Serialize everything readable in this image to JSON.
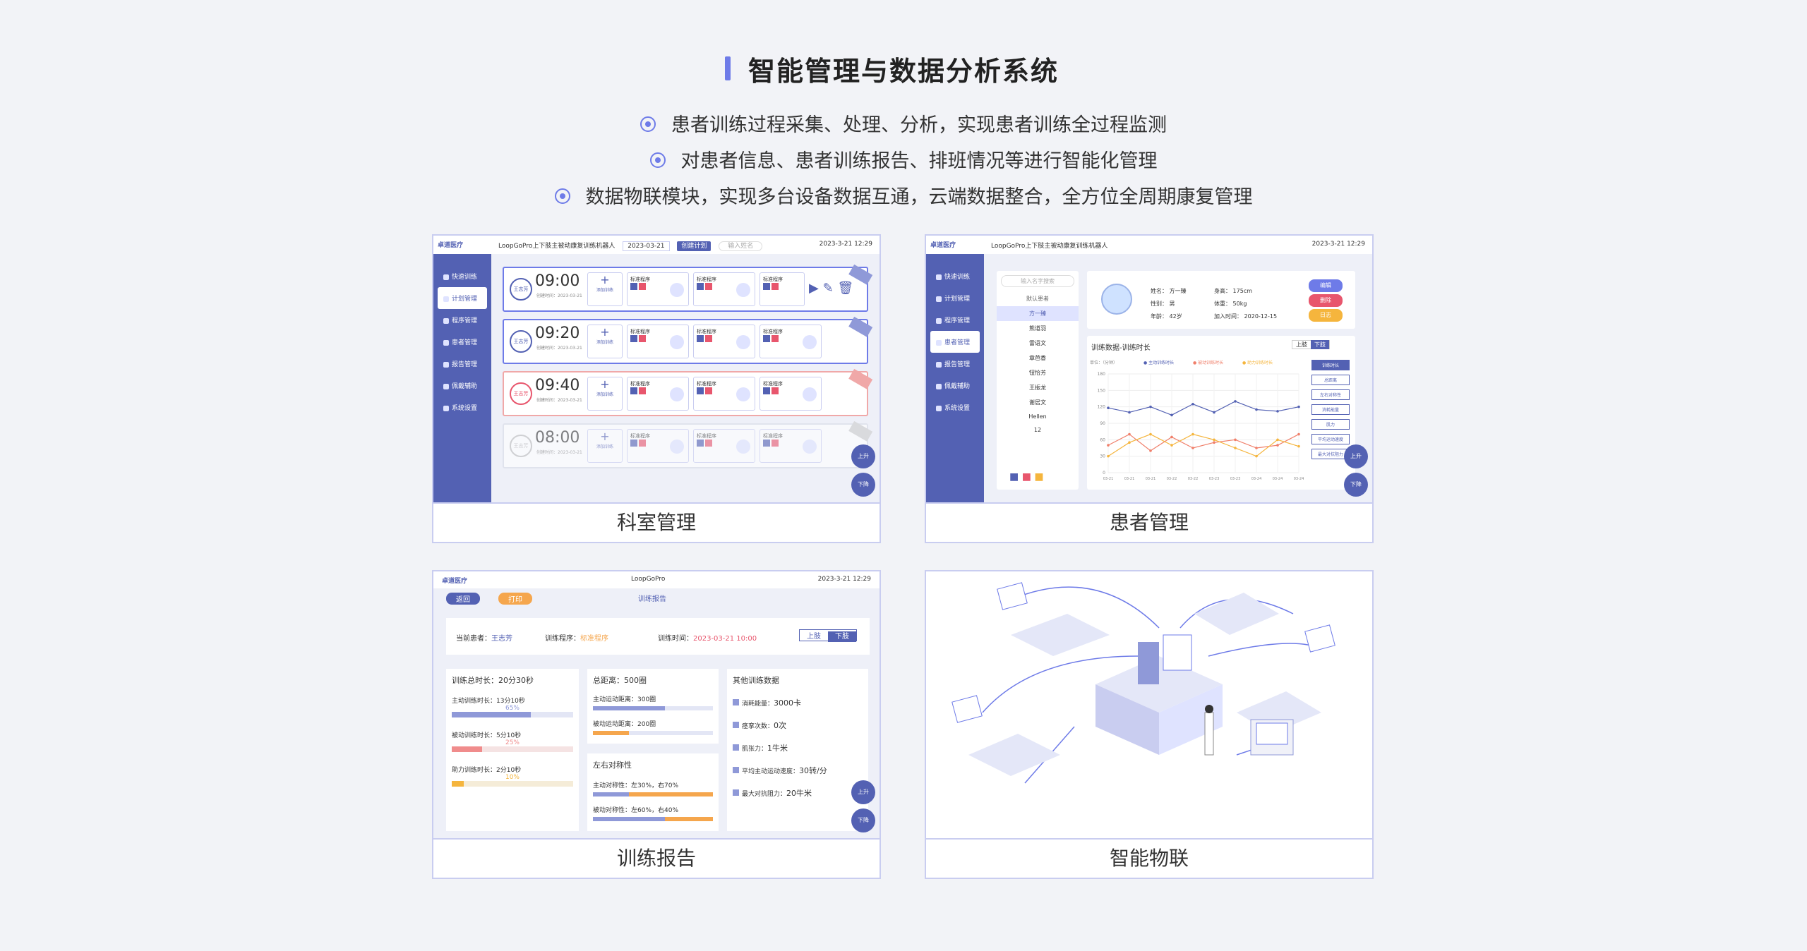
{
  "header": {
    "title": "智能管理与数据分析系统",
    "bullets": [
      "患者训练过程采集、处理、分析，实现患者训练全过程监测",
      "对患者信息、患者训练报告、排班情况等进行智能化管理",
      "数据物联模块，实现多台设备数据互通，云端数据整合，全方位全周期康复管理"
    ]
  },
  "panels": {
    "dept": {
      "caption": "科室管理",
      "brand": "卓道医疗",
      "device": "LoopGoPro上下肢主被动康复训练机器人",
      "date_select": "2023-03-21",
      "create_btn": "创建计划",
      "search_placeholder": "输入姓名",
      "datetime": "2023-3-21 12:29",
      "menu": [
        "快速训练",
        "计划管理",
        "程序管理",
        "患者管理",
        "报告管理",
        "佩戴辅助",
        "系统设置"
      ],
      "rows": [
        {
          "name": "王志芳",
          "time": "09:00",
          "meta": "创建时间：2023-03-21",
          "add": "添加训练",
          "card": "标准程序"
        },
        {
          "name": "王志芳",
          "time": "09:20",
          "meta": "创建时间：2023-03-21",
          "add": "添加训练",
          "card": "标准程序"
        },
        {
          "name": "王志芳",
          "time": "09:40",
          "meta": "创建时间：2023-03-21",
          "add": "添加训练",
          "card": "标准程序"
        },
        {
          "name": "王志芳",
          "time": "08:00",
          "meta": "创建时间：2023-03-21",
          "add": "添加训练",
          "card": "标准程序"
        }
      ],
      "up_label": "上升",
      "down_label": "下降"
    },
    "patient": {
      "caption": "患者管理",
      "brand": "卓道医疗",
      "device": "LoopGoPro上下肢主被动康复训练机器人",
      "datetime": "2023-3-21 12:29",
      "menu": [
        "快速训练",
        "计划管理",
        "程序管理",
        "患者管理",
        "报告管理",
        "佩戴辅助",
        "系统设置"
      ],
      "search_placeholder": "输入名字搜索",
      "default_patient": "默认患者",
      "patients": [
        "方一臻",
        "熊道羽",
        "雷语文",
        "章芭香",
        "钮恰芳",
        "王振龙",
        "谢居文",
        "Hellen",
        "12"
      ],
      "info": {
        "name_label": "姓名：",
        "name": "方一臻",
        "gender_label": "性别：",
        "gender": "男",
        "age_label": "年龄：",
        "age": "42岁",
        "height_label": "身高：",
        "height": "175cm",
        "weight_label": "体重：",
        "weight": "50kg",
        "join_label": "加入时间：",
        "join": "2020-12-15"
      },
      "actions": [
        "编辑",
        "删除",
        "日志"
      ],
      "chart_title": "训练数据-训练时长",
      "toggle": [
        "上肢",
        "下肢"
      ],
      "legend": [
        "主动训练时长",
        "被动训练时长",
        "助力训练时长"
      ],
      "metrics": [
        "训练时长",
        "总距离",
        "左右对称性",
        "消耗能量",
        "肌力",
        "平均运动速度",
        "最大对抗阻力"
      ],
      "up_label": "上升",
      "down_label": "下降"
    },
    "report": {
      "caption": "训练报告",
      "brand": "卓道医疗",
      "device": "LoopGoPro",
      "datetime": "2023-3-21 12:29",
      "back": "返回",
      "print": "打印",
      "page_title": "训练报告",
      "patient_label": "当前患者：",
      "patient": "王志芳",
      "program_label": "训练程序：",
      "program": "标准程序",
      "time_label": "训练时间：",
      "time": "2023-03-21 10:00",
      "toggle": [
        "上肢",
        "下肢"
      ],
      "total_time": "训练总时长：20分30秒",
      "active": "主动训练时长：13分10秒",
      "active_pct": "65%",
      "passive": "被动训练时长：5分10秒",
      "passive_pct": "25%",
      "assist": "助力训练时长：2分10秒",
      "assist_pct": "10%",
      "distance_title": "总距离：",
      "distance": "500圈",
      "active_dist": "主动运动距离：300圈",
      "passive_dist": "被动运动距离：200圈",
      "sym_title": "左右对称性",
      "active_sym": "主动对称性：左30%，右70%",
      "passive_sym": "被动对称性：左60%，右40%",
      "other_title": "其他训练数据",
      "other": [
        {
          "label": "消耗能量：",
          "value": "3000卡"
        },
        {
          "label": "痉挛次数：",
          "value": "0次"
        },
        {
          "label": "肌张力：",
          "value": "1牛米"
        },
        {
          "label": "平均主动运动速度：",
          "value": "30转/分"
        },
        {
          "label": "最大对抗阻力：",
          "value": "20牛米"
        }
      ],
      "up_label": "上升",
      "down_label": "下降"
    },
    "iot": {
      "caption": "智能物联"
    }
  },
  "chart_data": {
    "type": "line",
    "title": "训练数据-训练时长",
    "ylabel": "单位：（分钟）",
    "ylim": [
      0,
      180
    ],
    "x": [
      "03-21",
      "03-21",
      "03-21",
      "03-22",
      "03-22",
      "03-23",
      "03-23",
      "03-24",
      "03-24",
      "03-24"
    ],
    "series": [
      {
        "name": "主动训练时长",
        "values": [
          118,
          110,
          120,
          105,
          125,
          110,
          130,
          115,
          112,
          120
        ]
      },
      {
        "name": "被动训练时长",
        "values": [
          50,
          70,
          40,
          65,
          45,
          55,
          60,
          45,
          50,
          70
        ]
      },
      {
        "name": "助力训练时长",
        "values": [
          30,
          55,
          70,
          50,
          70,
          60,
          45,
          30,
          60,
          48
        ]
      }
    ],
    "colors": [
      "#5361b3",
      "#f07f6a",
      "#f5b53d"
    ]
  }
}
